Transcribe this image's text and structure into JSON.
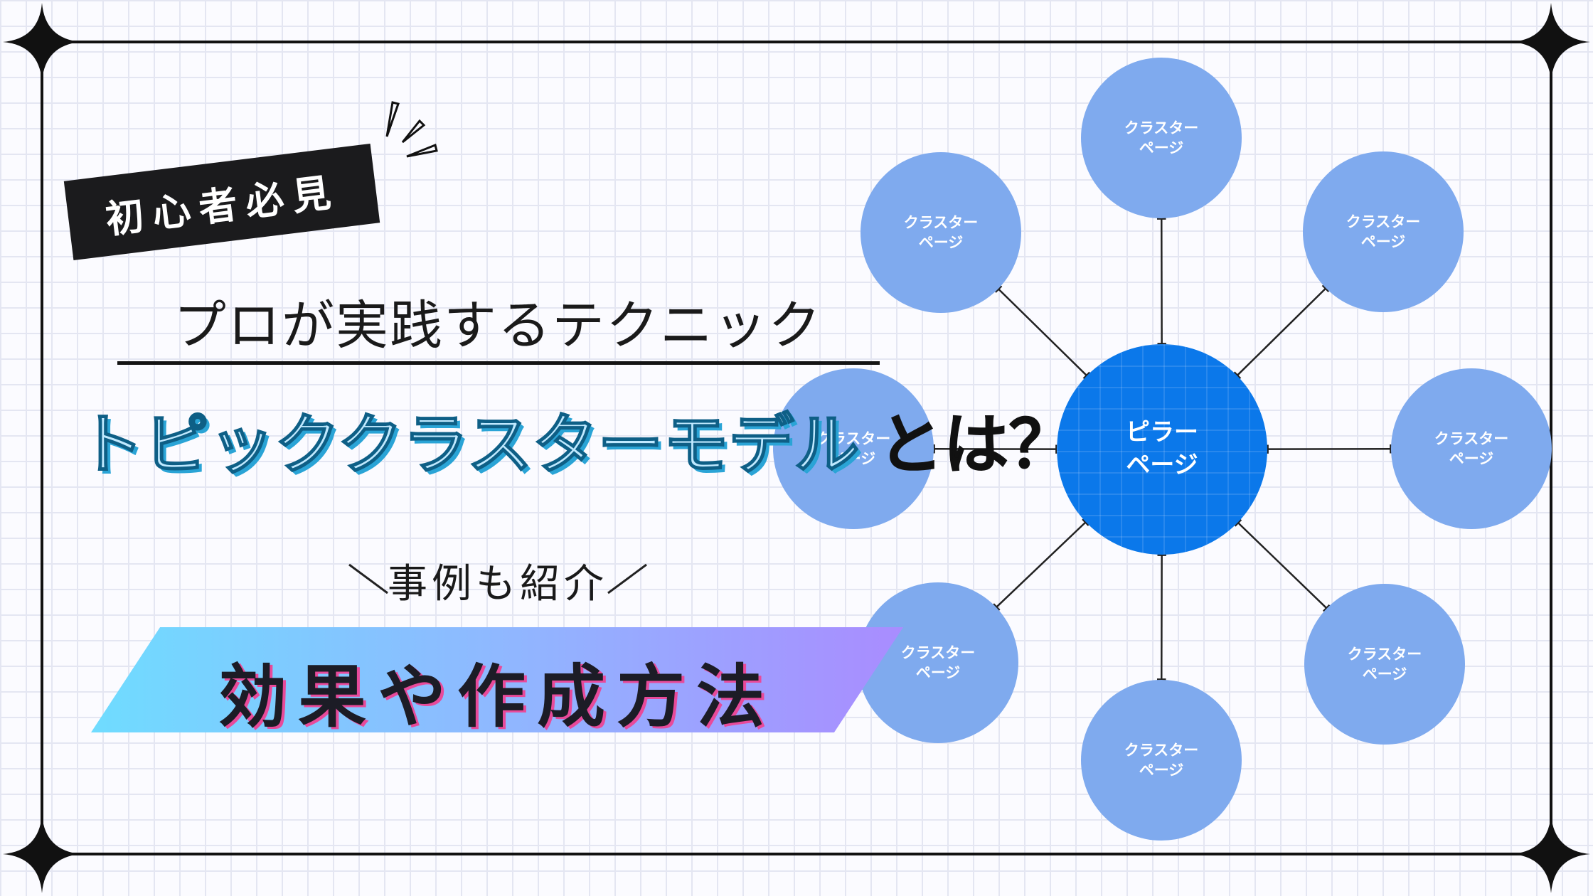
{
  "badge": {
    "text": "初心者必見"
  },
  "subtitle": "プロが実践するテクニック",
  "title": {
    "highlight": "トピッククラスターモデル",
    "suffix": "とは？"
  },
  "example_note": "事例も紹介",
  "banner": "効果や作成方法",
  "diagram": {
    "pillar": "ピラー\nページ",
    "clusters": [
      "クラスター\nページ",
      "クラスター\nページ",
      "クラスター\nページ",
      "クラスター\nページ",
      "クラスター\nページ",
      "クラスター\nページ",
      "クラスター\nページ",
      "クラスター\nページ"
    ]
  },
  "colors": {
    "pillar": "#0b78ea",
    "cluster": "#7faaee",
    "title_highlight": "#bfe9ff",
    "banner_gradient_start": "#6fdcff",
    "banner_gradient_end": "#a98cff"
  }
}
